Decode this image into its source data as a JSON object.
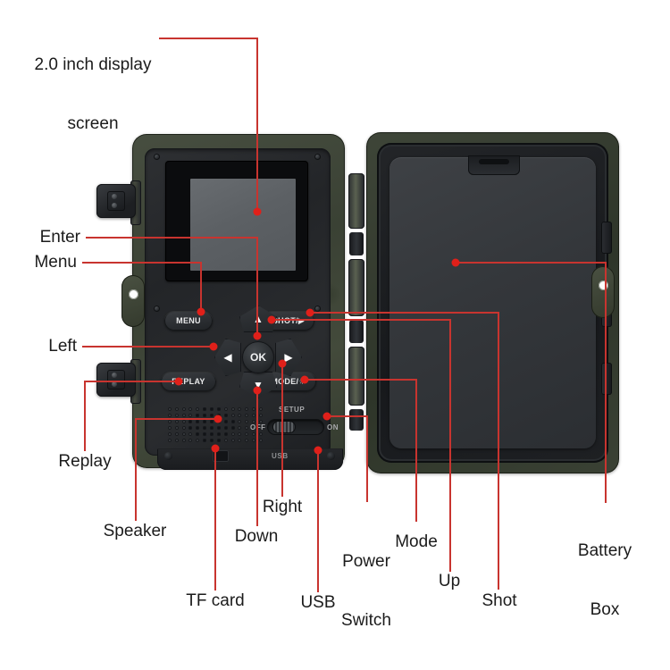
{
  "diagram": {
    "title_visible": false,
    "accent_color": "#c8342f",
    "dot_color": "#e0201a",
    "background": "#ffffff"
  },
  "callouts": [
    {
      "id": "display",
      "label": "2.0 inch display\nscreen",
      "target": "lcd-screen"
    },
    {
      "id": "enter",
      "label": "Enter",
      "target": "ok-button"
    },
    {
      "id": "menu",
      "label": "Menu",
      "target": "menu-button"
    },
    {
      "id": "left",
      "label": "Left",
      "target": "left-arrow-button"
    },
    {
      "id": "replay",
      "label": "Replay",
      "target": "replay-button"
    },
    {
      "id": "speaker",
      "label": "Speaker",
      "target": "speaker-grille"
    },
    {
      "id": "tfcard",
      "label": "TF card",
      "target": "tf-card-slot"
    },
    {
      "id": "down",
      "label": "Down",
      "target": "down-arrow-button"
    },
    {
      "id": "right",
      "label": "Right",
      "target": "right-arrow-button"
    },
    {
      "id": "usb",
      "label": "USB",
      "target": "usb-port"
    },
    {
      "id": "power_switch",
      "label": "Power\nSwitch",
      "target": "power-slider"
    },
    {
      "id": "mode",
      "label": "Mode",
      "target": "mode-button"
    },
    {
      "id": "up",
      "label": "Up",
      "target": "up-arrow-button"
    },
    {
      "id": "shot",
      "label": "Shot",
      "target": "shot-button"
    },
    {
      "id": "battery_box",
      "label": "Battery\nBox",
      "target": "battery-door"
    }
  ],
  "callout_lines": {
    "display_l1": "2.0 inch display",
    "display_l2": "screen",
    "enter": "Enter",
    "menu": "Menu",
    "left": "Left",
    "replay": "Replay",
    "speaker": "Speaker",
    "tfcard": "TF card",
    "down": "Down",
    "right": "Right",
    "usb": "USB",
    "power_l1": "Power",
    "power_l2": "Switch",
    "mode": "Mode",
    "up": "Up",
    "shot": "Shot",
    "battery_l1": "Battery",
    "battery_l2": "Box"
  },
  "device": {
    "type": "trail-camera",
    "buttons": {
      "menu": "MENU",
      "replay": "REPLAY",
      "shot": "SHOT/▶",
      "mode": "MODE/☀",
      "ok": "OK",
      "up": "▲",
      "down": "▼",
      "left": "◀",
      "right": "▶"
    },
    "power_switch": {
      "setup": "SETUP",
      "off": "OFF",
      "on": "ON",
      "position": "OFF"
    },
    "ports": {
      "usb_label": "USB"
    },
    "colors": {
      "shell_camo": "#3a4134",
      "inner_plate": "#25272a",
      "lcd": "#5c6064",
      "battery_door": "#34373b"
    }
  }
}
